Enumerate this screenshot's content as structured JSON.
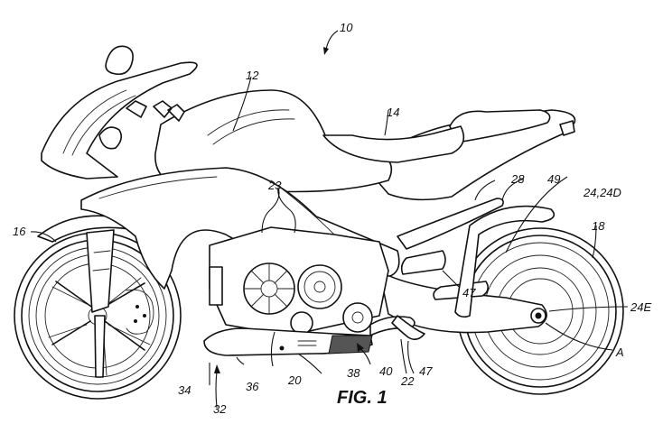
{
  "figure": {
    "caption": "FIG. 1",
    "subject": "motorcycle"
  },
  "reference_numerals": {
    "motorcycle": "10",
    "fuel_tank": "12",
    "seat": "14",
    "front_wheel": "16",
    "rear_wheel": "18",
    "engine_lower": "20",
    "exhaust_outlet": "22",
    "engine_cylinders": "23",
    "swingarm": "24,24D",
    "swingarm_end": "24E",
    "rear_frame": "28",
    "belly_pan": "32",
    "belly_front": "34",
    "belly_mid": "36",
    "belly_rear": "38",
    "muffler": "40",
    "vent_upper": "47",
    "vent_lower": "47",
    "fairing_edge": "49",
    "axis": "A"
  }
}
